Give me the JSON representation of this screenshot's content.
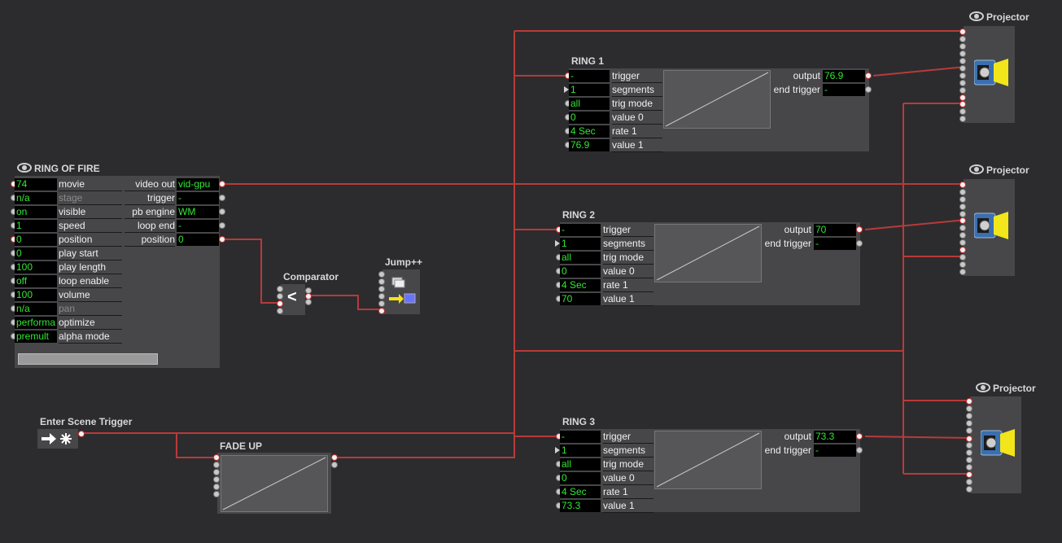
{
  "ring_of_fire": {
    "title": "RING OF FIRE",
    "inputs": [
      {
        "value": "74",
        "label": "movie",
        "disabled": false
      },
      {
        "value": "n/a",
        "label": "stage",
        "disabled": true
      },
      {
        "value": "on",
        "label": "visible",
        "disabled": false
      },
      {
        "value": "1",
        "label": "speed",
        "disabled": false
      },
      {
        "value": "0",
        "label": "position",
        "disabled": false
      },
      {
        "value": "0",
        "label": "play start",
        "disabled": false
      },
      {
        "value": "100",
        "label": "play length",
        "disabled": false
      },
      {
        "value": "off",
        "label": "loop enable",
        "disabled": false
      },
      {
        "value": "100",
        "label": "volume",
        "disabled": false
      },
      {
        "value": "n/a",
        "label": "pan",
        "disabled": true
      },
      {
        "value": "performa",
        "label": "optimize",
        "disabled": false
      },
      {
        "value": "premult",
        "label": "alpha mode",
        "disabled": false
      }
    ],
    "outputs": [
      {
        "label": "video out",
        "value": "vid-gpu"
      },
      {
        "label": "trigger",
        "value": "-"
      },
      {
        "label": "pb engine",
        "value": "WM"
      },
      {
        "label": "loop end",
        "value": "-"
      },
      {
        "label": "position",
        "value": "0"
      }
    ]
  },
  "comparator": {
    "title": "Comparator",
    "symbol": "<"
  },
  "jump": {
    "title": "Jump++"
  },
  "enter_scene": {
    "title": "Enter Scene Trigger"
  },
  "fade_up": {
    "title": "FADE UP"
  },
  "rings": [
    {
      "title": "RING 1",
      "inputs": [
        {
          "value": "-",
          "label": "trigger"
        },
        {
          "value": "1",
          "label": "segments"
        },
        {
          "value": "all",
          "label": "trig mode"
        },
        {
          "value": "0",
          "label": "value 0"
        },
        {
          "value": "4 Sec",
          "label": "rate 1"
        },
        {
          "value": "76.9",
          "label": "value 1"
        }
      ],
      "outputs": [
        {
          "label": "output",
          "value": "76.9"
        },
        {
          "label": "end trigger",
          "value": "-"
        }
      ]
    },
    {
      "title": "RING 2",
      "inputs": [
        {
          "value": "-",
          "label": "trigger"
        },
        {
          "value": "1",
          "label": "segments"
        },
        {
          "value": "all",
          "label": "trig mode"
        },
        {
          "value": "0",
          "label": "value 0"
        },
        {
          "value": "4 Sec",
          "label": "rate 1"
        },
        {
          "value": "70",
          "label": "value 1"
        }
      ],
      "outputs": [
        {
          "label": "output",
          "value": "70"
        },
        {
          "label": "end trigger",
          "value": "-"
        }
      ]
    },
    {
      "title": "RING 3",
      "inputs": [
        {
          "value": "-",
          "label": "trigger"
        },
        {
          "value": "1",
          "label": "segments"
        },
        {
          "value": "all",
          "label": "trig mode"
        },
        {
          "value": "0",
          "label": "value 0"
        },
        {
          "value": "4 Sec",
          "label": "rate 1"
        },
        {
          "value": "73.3",
          "label": "value 1"
        }
      ],
      "outputs": [
        {
          "label": "output",
          "value": "73.3"
        },
        {
          "label": "end trigger",
          "value": "-"
        }
      ]
    }
  ],
  "projectors": [
    {
      "title": "Projector"
    },
    {
      "title": "Projector"
    },
    {
      "title": "Projector"
    }
  ],
  "colors": {
    "background": "#2c2c2e",
    "actor": "#474749",
    "wire": "#b83a3a",
    "value_text": "#33e633"
  }
}
